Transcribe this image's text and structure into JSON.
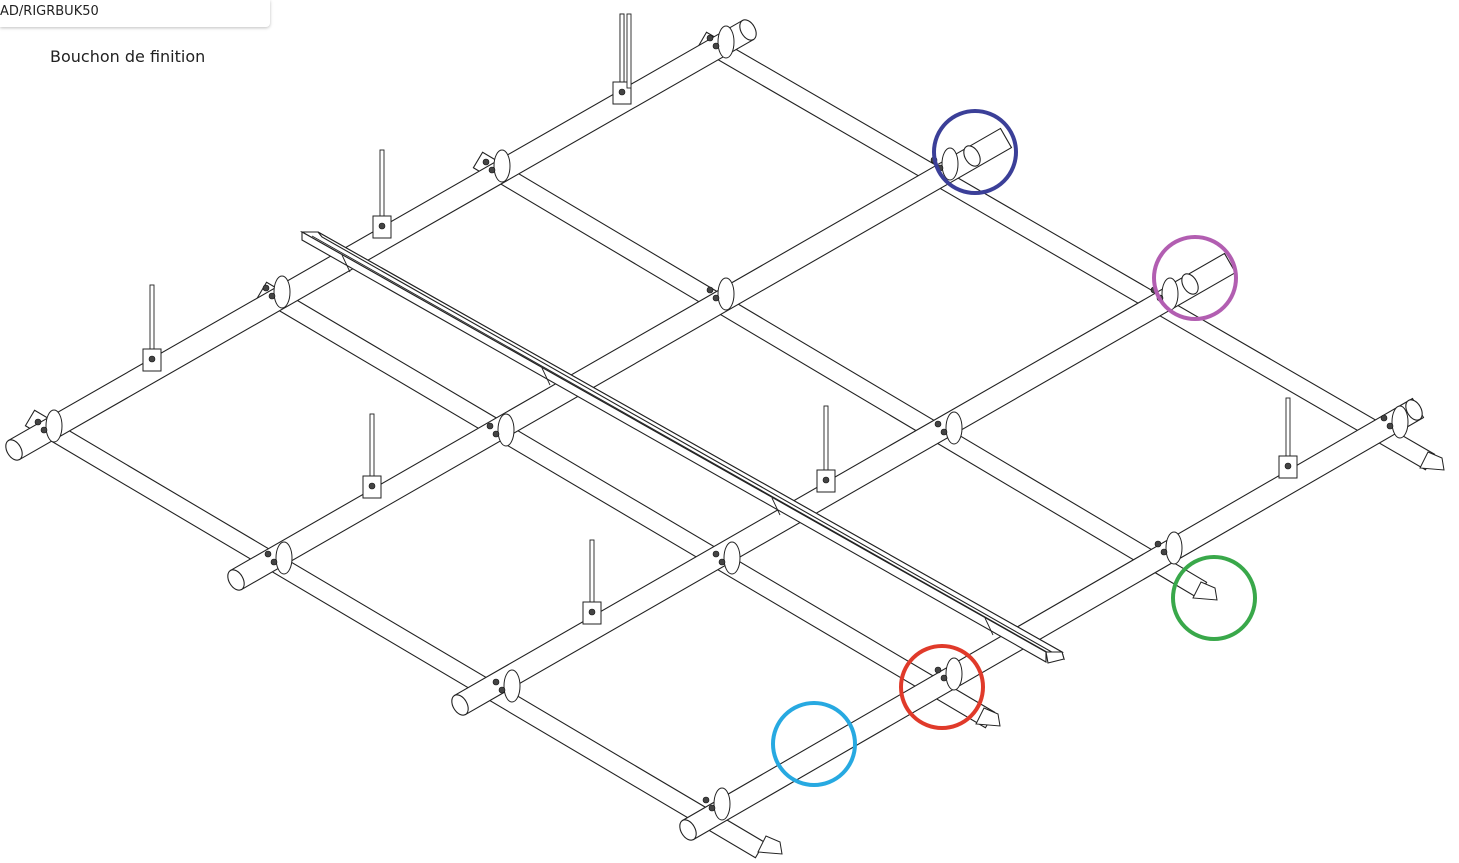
{
  "tooltip": {
    "code": "AD/RIGRBUK50"
  },
  "caption": "Bouchon de finition",
  "hotspots": [
    {
      "id": "navy",
      "color": "#3b3f98"
    },
    {
      "id": "violet",
      "color": "#b25eb1"
    },
    {
      "id": "green",
      "color": "#39a84a"
    },
    {
      "id": "red",
      "color": "#e03a2a"
    },
    {
      "id": "blue",
      "color": "#27a9e1"
    }
  ]
}
